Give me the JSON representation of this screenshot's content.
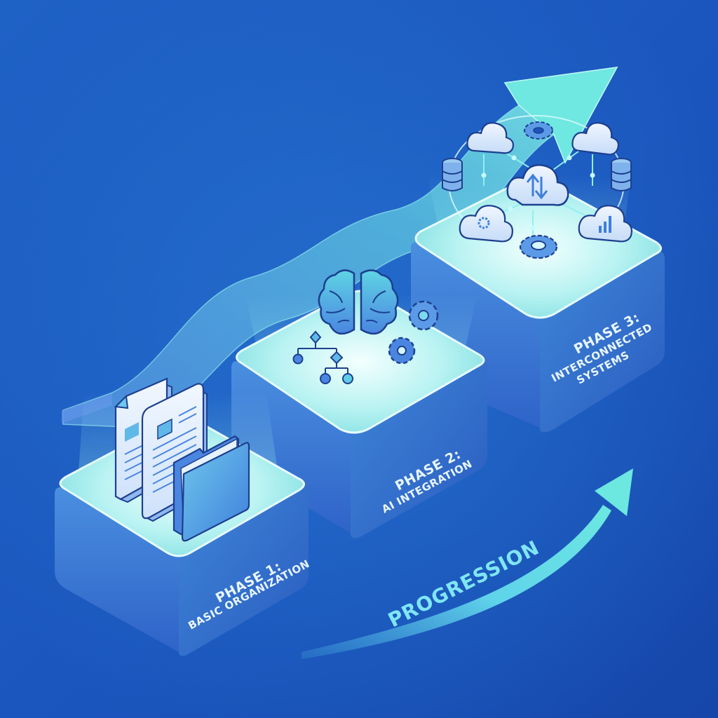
{
  "colors": {
    "background_top": "#2369cc",
    "background_bottom": "#1647ad",
    "platform_side": "#3a78d6",
    "platform_top": "#d6f7fb",
    "glow": "#6ee8e6",
    "icon_stroke": "#1d3f8f",
    "icon_fill": "#5b9ae6",
    "accent_cyan": "#5fe3dc",
    "label_text": "#e8f6ff",
    "progression_text": "#7fe6f4"
  },
  "phases": [
    {
      "id": "phase-1",
      "title": "PHASE 1:",
      "subtitle": "BASIC ORGANIZATION",
      "icons": [
        "document-icon",
        "document-icon",
        "folder-icon"
      ]
    },
    {
      "id": "phase-2",
      "title": "PHASE 2:",
      "subtitle": "AI INTEGRATION",
      "icons": [
        "brain-icon",
        "flowchart-icon",
        "gear-icon",
        "gear-icon"
      ]
    },
    {
      "id": "phase-3",
      "title": "PHASE 3:",
      "subtitle_line1": "INTERCONNECTED",
      "subtitle_line2": "SYSTEMS",
      "icons": [
        "cloud-sync-icon",
        "cloud-icon",
        "cloud-icon",
        "cloud-gear-icon",
        "cloud-chart-icon",
        "database-icon",
        "database-icon",
        "gear-icon",
        "gear-icon"
      ]
    }
  ],
  "progression": {
    "label": "PROGRESSION"
  }
}
